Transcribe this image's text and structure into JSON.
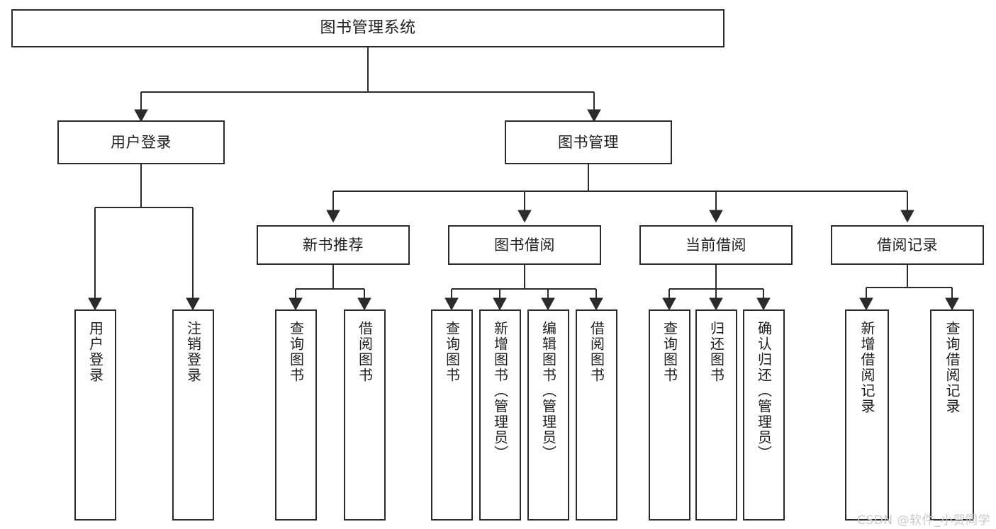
{
  "diagram": {
    "title": "图书管理系统",
    "type": "hierarchy-tree",
    "levels": 4,
    "colors": {
      "box_border": "#2b2b2b",
      "box_fill": "#ffffff",
      "edge": "#2b2b2b",
      "text": "#1f1f1f",
      "watermark": "#c9c9c9",
      "background": "#ffffff"
    }
  },
  "watermark": {
    "text": "CSDN @软件_小贺同学"
  },
  "nodes": {
    "root": {
      "label": "图书管理系统"
    },
    "level2": [
      {
        "id": "user-login",
        "label": "用户登录"
      },
      {
        "id": "book-manage",
        "label": "图书管理"
      }
    ],
    "level3": [
      {
        "id": "new-book-recommend",
        "label": "新书推荐"
      },
      {
        "id": "book-borrow",
        "label": "图书借阅"
      },
      {
        "id": "current-borrow",
        "label": "当前借阅"
      },
      {
        "id": "borrow-record",
        "label": "借阅记录"
      }
    ],
    "leaves": {
      "user-login": [
        {
          "id": "leaf-user-login",
          "label": "用户登录"
        },
        {
          "id": "leaf-user-logout",
          "label": "注销登录"
        }
      ],
      "new-book-recommend": [
        {
          "id": "leaf-query-book-1",
          "label": "查询图书"
        },
        {
          "id": "leaf-borrow-book-1",
          "label": "借阅图书"
        }
      ],
      "book-borrow": [
        {
          "id": "leaf-query-book-2",
          "label": "查询图书"
        },
        {
          "id": "leaf-add-book",
          "label": "新增图书（管理员）"
        },
        {
          "id": "leaf-edit-book",
          "label": "编辑图书（管理员）"
        },
        {
          "id": "leaf-borrow-book-2",
          "label": "借阅图书"
        }
      ],
      "current-borrow": [
        {
          "id": "leaf-query-book-3",
          "label": "查询图书"
        },
        {
          "id": "leaf-return-book",
          "label": "归还图书"
        },
        {
          "id": "leaf-confirm-return",
          "label": "确认归还（管理员）"
        }
      ],
      "borrow-record": [
        {
          "id": "leaf-add-record",
          "label": "新增借阅记录"
        },
        {
          "id": "leaf-query-record",
          "label": "查询借阅记录"
        }
      ]
    }
  }
}
